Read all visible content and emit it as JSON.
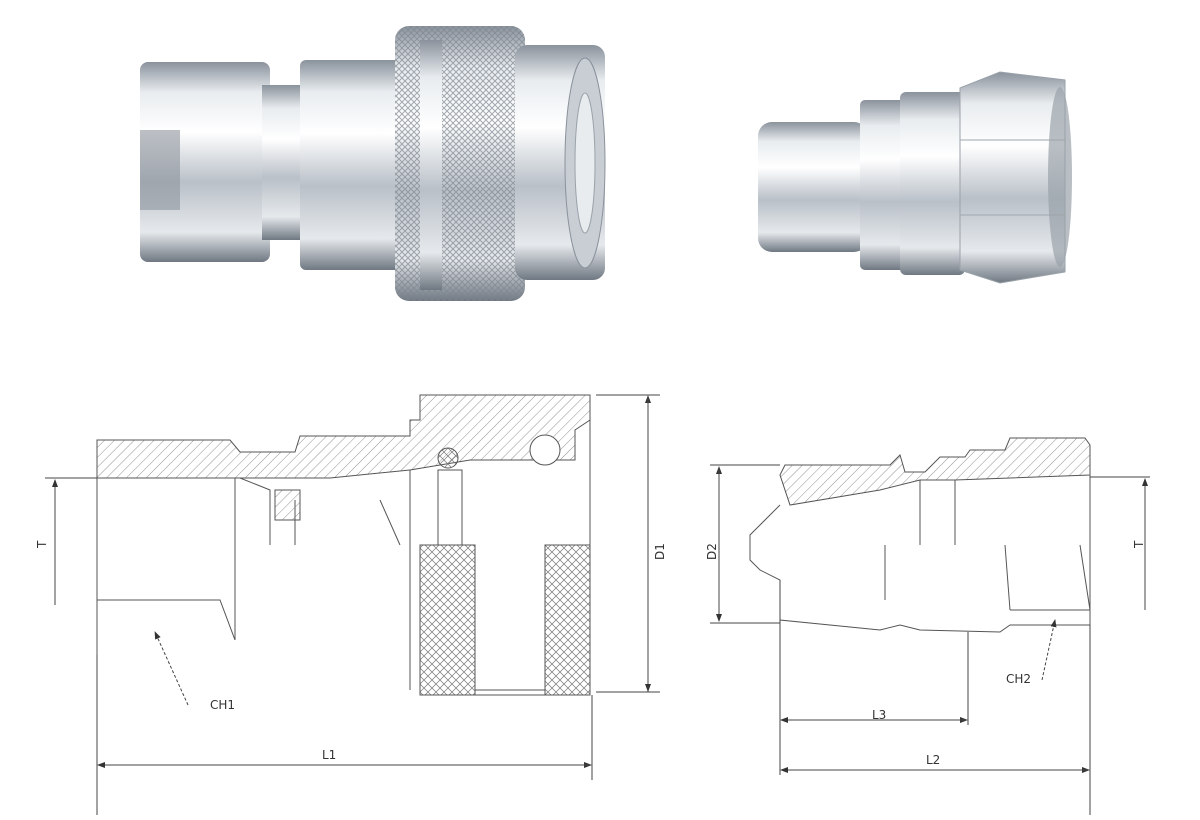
{
  "images": {
    "female_coupler_photo": "female-coupler-photo",
    "male_nipple_photo": "male-nipple-photo"
  },
  "drawing_labels": {
    "coupler": {
      "t": "T",
      "ch1": "CH1",
      "l1": "L1",
      "d1": "D1"
    },
    "nipple": {
      "d2": "D2",
      "l3": "L3",
      "l2": "L2",
      "ch2": "CH2",
      "t": "T"
    }
  },
  "colors": {
    "metal_light": "#f2f4f6",
    "metal_dark": "#7c8590",
    "line": "#555555"
  }
}
